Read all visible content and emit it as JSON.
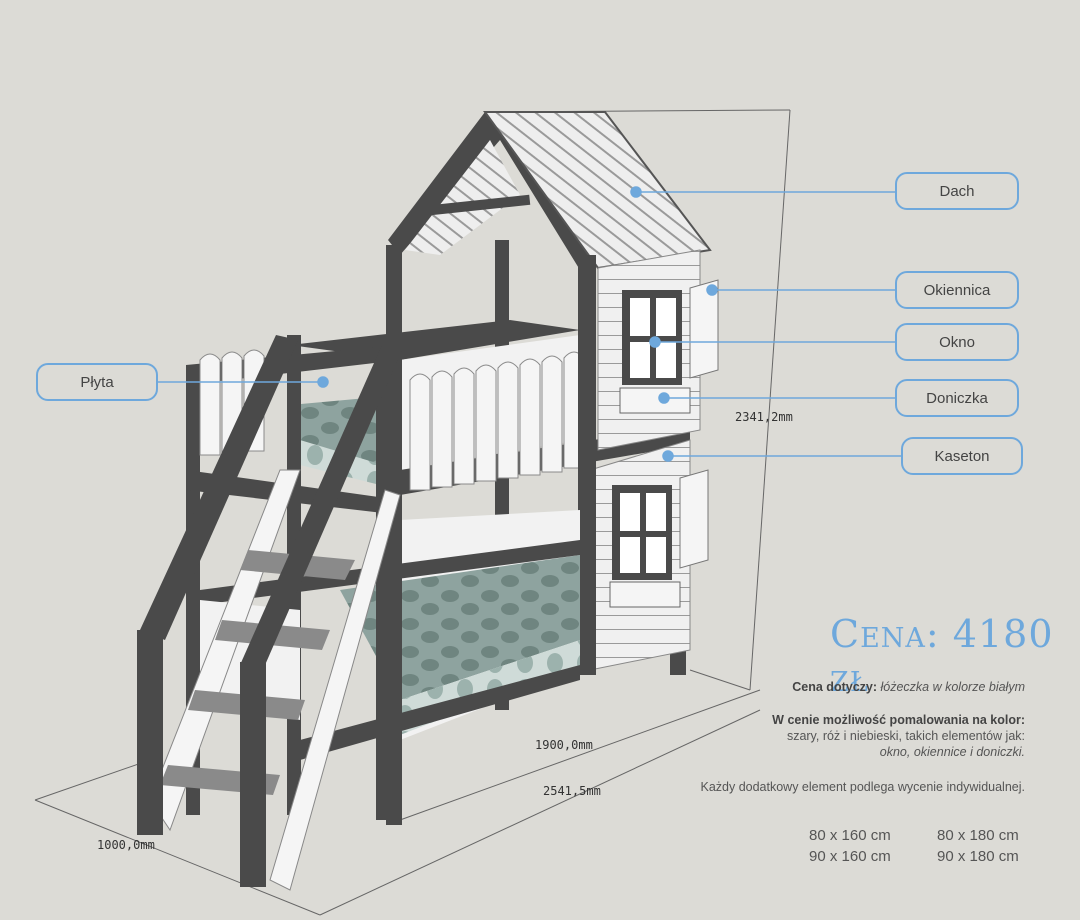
{
  "callouts": {
    "dach": "Dach",
    "okiennica": "Okiennica",
    "okno": "Okno",
    "doniczka": "Doniczka",
    "kaseton": "Kaseton",
    "plyta": "Płyta"
  },
  "dimensions": {
    "height": "2341,2mm",
    "length_inner": "1900,0mm",
    "length_outer": "2541,5mm",
    "depth": "1000,0mm"
  },
  "price": "Cena: 4180 zł",
  "info": {
    "price_label": "Cena dotyczy:",
    "price_note": "łóżeczka w kolorze białym",
    "paint_label": "W cenie możliwość pomalowania na kolor:",
    "paint_colors": "szary, róż i niebieski, takich elementów jak:",
    "paint_elements": "okno, okiennice i doniczki.",
    "extra": "Każdy dodatkowy element podlega wycenie indywidualnej."
  },
  "sizes": [
    "80 x 160 cm",
    "80 x 180 cm",
    "90 x 160 cm",
    "90 x 180 cm"
  ],
  "colors": {
    "accent": "#6ea8dc",
    "frame": "#4a4a4a",
    "white_panel": "#f2f2f2",
    "mattress": "#7e9590"
  }
}
